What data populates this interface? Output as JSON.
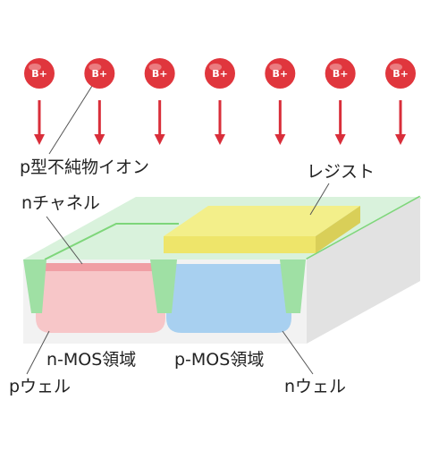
{
  "ions": {
    "label": "B+",
    "count": 7,
    "ion_color": "#e0363d",
    "arrow_color": "#d92e3a"
  },
  "labels": {
    "impurity": "p型不純物イオン",
    "n_channel": "nチャネル",
    "resist": "レジスト",
    "n_mos": "n-MOS領域",
    "p_mos": "p-MOS領域",
    "p_well": "pウェル",
    "n_well": "nウェル"
  },
  "colors": {
    "substrate_top": "#d9f2dc",
    "substrate_edge": "#7ed67a",
    "substrate_front": "#f2f2f2",
    "substrate_side": "#e2e2e2",
    "isolation": "#9fe0a4",
    "p_well": "#f7c6c8",
    "n_channel": "#f09ea4",
    "n_well": "#a8d0f0",
    "resist_top": "#f3ef8a",
    "resist_front": "#eee56a",
    "resist_side": "#d9cf58",
    "leader": "#555555"
  }
}
